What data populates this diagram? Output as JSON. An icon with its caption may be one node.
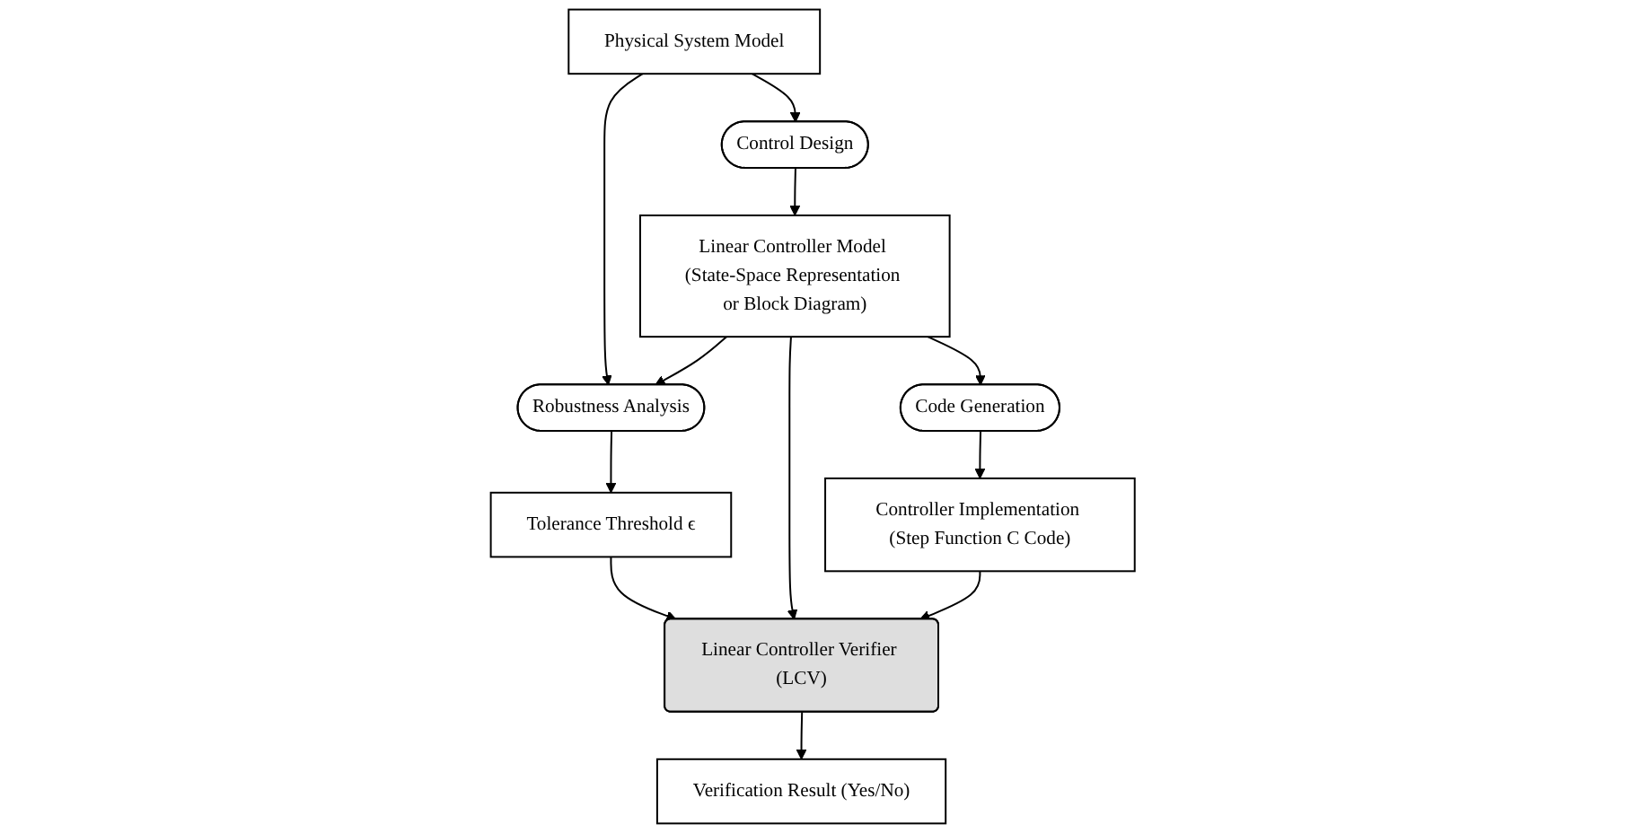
{
  "diagram": {
    "nodes": [
      {
        "text": [
          "Physical System Model"
        ]
      },
      {
        "text": [
          "Robustness Analysis"
        ]
      },
      {
        "text": [
          "Tolerance Threshold ϵ"
        ]
      },
      {
        "text": [
          "Control Design"
        ]
      },
      {
        "text": [
          "Linear Controller Model (State-Space Representation or Block Diagram)"
        ]
      },
      {
        "text": [
          "Linear Controller Verifier (LCV)"
        ]
      },
      {
        "text": [
          "Code Generation"
        ]
      },
      {
        "text": [
          "Controller Implementation (Step Function C Code)"
        ]
      },
      {
        "text": [
          "Verification Result (Yes/No)"
        ]
      }
    ],
    "edges": [
      {
        "from": 0,
        "to": 1,
        "arrow": "to"
      },
      {
        "from": 1,
        "to": 2,
        "arrow": "to"
      },
      {
        "from": 0,
        "to": 3,
        "arrow": "to"
      },
      {
        "from": 3,
        "to": 4,
        "arrow": "to"
      },
      {
        "from": 4,
        "to": 1,
        "arrow": "to"
      },
      {
        "from": 2,
        "to": 5,
        "arrow": "to"
      },
      {
        "from": 4,
        "to": 5,
        "arrow": "to"
      },
      {
        "from": 4,
        "to": 6,
        "arrow": "to"
      },
      {
        "from": 6,
        "to": 7,
        "arrow": "to"
      },
      {
        "from": 7,
        "to": 5,
        "arrow": "to"
      },
      {
        "from": 5,
        "to": 8,
        "arrow": "to"
      }
    ]
  }
}
